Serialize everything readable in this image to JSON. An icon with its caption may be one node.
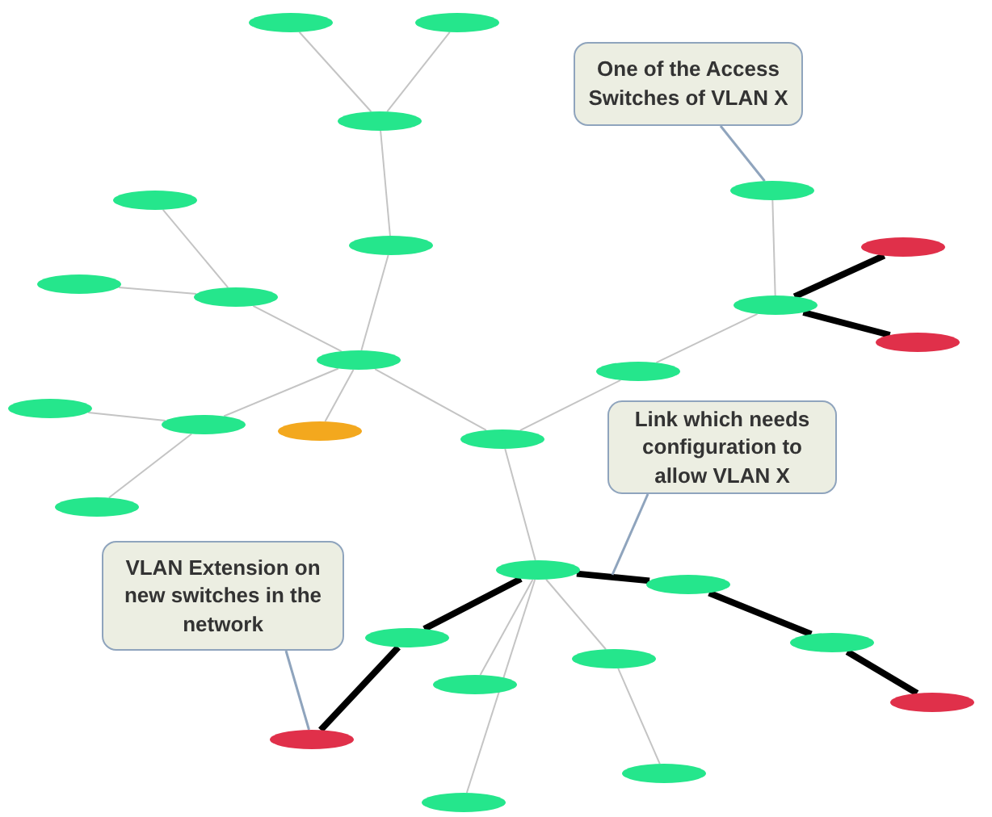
{
  "diagram": {
    "nodes": [
      {
        "text": [],
        "shape": "ellipse"
      },
      {
        "text": [],
        "shape": "ellipse"
      },
      {
        "text": [],
        "shape": "ellipse"
      },
      {
        "text": [],
        "shape": "ellipse"
      },
      {
        "text": [],
        "shape": "ellipse"
      },
      {
        "text": [],
        "shape": "ellipse"
      },
      {
        "text": [],
        "shape": "ellipse"
      },
      {
        "text": [],
        "shape": "ellipse"
      },
      {
        "text": [],
        "shape": "ellipse"
      },
      {
        "text": [],
        "shape": "ellipse"
      },
      {
        "text": [],
        "shape": "ellipse"
      },
      {
        "text": [],
        "shape": "ellipse"
      },
      {
        "text": [],
        "shape": "ellipse"
      },
      {
        "text": [],
        "shape": "ellipse"
      },
      {
        "text": [],
        "shape": "ellipse"
      },
      {
        "text": [],
        "shape": "ellipse"
      },
      {
        "text": [],
        "shape": "ellipse"
      },
      {
        "text": [],
        "shape": "ellipse"
      },
      {
        "text": [],
        "shape": "ellipse"
      },
      {
        "text": [],
        "shape": "ellipse"
      },
      {
        "text": [],
        "shape": "ellipse"
      },
      {
        "text": [],
        "shape": "ellipse"
      },
      {
        "text": [],
        "shape": "ellipse"
      },
      {
        "text": [],
        "shape": "ellipse"
      },
      {
        "text": [],
        "shape": "ellipse"
      },
      {
        "text": [],
        "shape": "ellipse"
      },
      {
        "text": [],
        "shape": "ellipse"
      },
      {
        "text": [],
        "shape": "ellipse"
      },
      {
        "text": [
          "One of the Access Switches of VLAN X"
        ]
      },
      {
        "text": [
          "Link which needs configuration to allow VLAN X"
        ]
      },
      {
        "text": [
          "VLAN Extension on new switches in the network"
        ]
      }
    ],
    "edges": [
      {
        "from": 2,
        "to": 0,
        "arrow": "none"
      },
      {
        "from": 2,
        "to": 1,
        "arrow": "none"
      },
      {
        "from": 3,
        "to": 2,
        "arrow": "none"
      },
      {
        "from": 7,
        "to": 3,
        "arrow": "none"
      },
      {
        "from": 7,
        "to": 6,
        "arrow": "none"
      },
      {
        "from": 6,
        "to": 4,
        "arrow": "none"
      },
      {
        "from": 6,
        "to": 5,
        "arrow": "none"
      },
      {
        "from": 7,
        "to": 9,
        "arrow": "none"
      },
      {
        "from": 9,
        "to": 8,
        "arrow": "none"
      },
      {
        "from": 9,
        "to": 11,
        "arrow": "none"
      },
      {
        "from": 7,
        "to": 10,
        "arrow": "none"
      },
      {
        "from": 7,
        "to": 12,
        "arrow": "none"
      },
      {
        "from": 12,
        "to": 18,
        "arrow": "none"
      },
      {
        "from": 12,
        "to": 13,
        "arrow": "none"
      },
      {
        "from": 13,
        "to": 15,
        "arrow": "none"
      },
      {
        "from": 15,
        "to": 14,
        "arrow": "none"
      },
      {
        "from": 15,
        "to": 16,
        "arrow": "none",
        "style": "thick",
        "color": "#000000"
      },
      {
        "from": 15,
        "to": 17,
        "arrow": "none",
        "style": "thick",
        "color": "#000000"
      },
      {
        "from": 18,
        "to": 19,
        "arrow": "none",
        "style": "thick",
        "color": "#000000"
      },
      {
        "from": 19,
        "to": 20,
        "arrow": "none",
        "style": "thick",
        "color": "#000000"
      },
      {
        "from": 18,
        "to": 21,
        "arrow": "none",
        "style": "thick",
        "color": "#000000"
      },
      {
        "from": 21,
        "to": 22,
        "arrow": "none",
        "style": "thick",
        "color": "#000000"
      },
      {
        "from": 22,
        "to": 23,
        "arrow": "none",
        "style": "thick",
        "color": "#000000"
      },
      {
        "from": 18,
        "to": 24,
        "arrow": "none"
      },
      {
        "from": 24,
        "to": 25,
        "arrow": "none"
      },
      {
        "from": 18,
        "to": 26,
        "arrow": "none"
      },
      {
        "from": 18,
        "to": 27,
        "arrow": "none"
      },
      {
        "from": 28,
        "to": 14,
        "arrow": "none"
      },
      {
        "from": 29,
        "to": null,
        "arrow": "none"
      },
      {
        "from": 30,
        "to": 20,
        "arrow": "none"
      }
    ]
  }
}
